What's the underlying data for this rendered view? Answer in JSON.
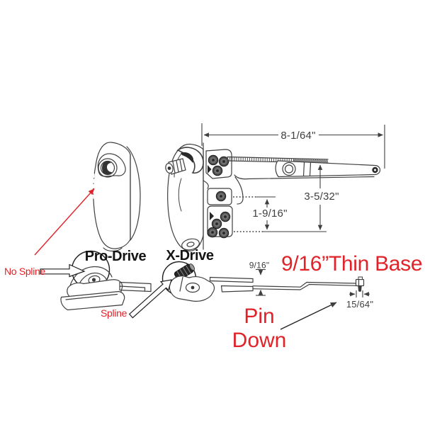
{
  "diagram": {
    "variants": [
      {
        "label": "Pro-Drive"
      },
      {
        "label": "X-Drive"
      }
    ],
    "callouts": {
      "no_spline": "No Spline",
      "spline": "Spline",
      "thin_base": "9/16”Thin Base",
      "pin_down": [
        "Pin",
        "Down"
      ]
    },
    "dimensions": {
      "overall_length": "8-1/64\"",
      "arm_height": "3-5/32\"",
      "screw_spacing": "1-9/16\"",
      "base_thickness": "9/16\"",
      "pin_width": "15/64\""
    },
    "colors": {
      "callout_red": "#e02329",
      "linework": "#3f3f3f",
      "label_black": "#141414"
    }
  }
}
